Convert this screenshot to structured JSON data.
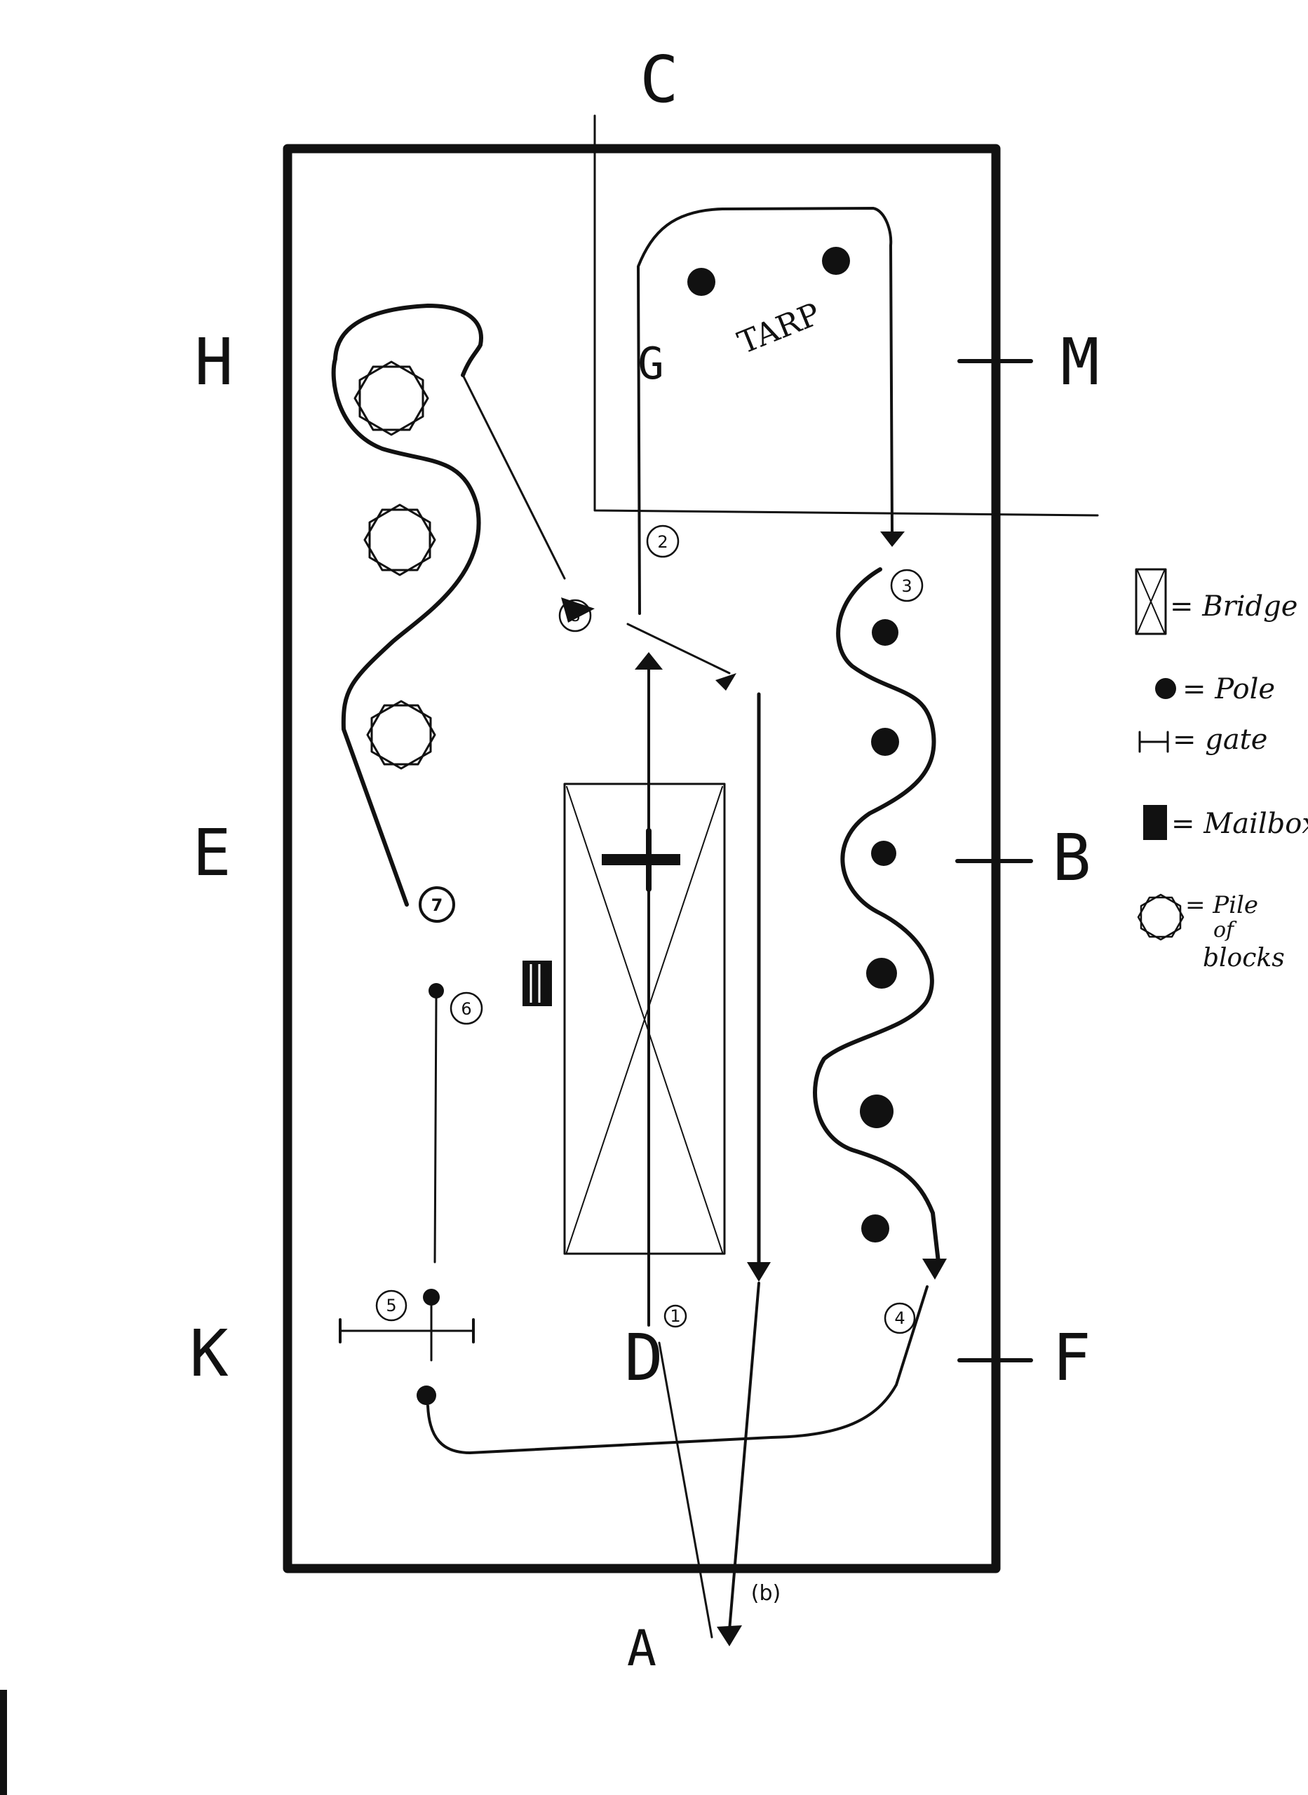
{
  "arena_letters": {
    "top": "C",
    "bottom_center": "D",
    "bottom_entry": "A",
    "left_upper": "H",
    "left_middle": "E",
    "left_lower": "K",
    "right_upper": "M",
    "right_middle": "B",
    "right_lower": "F"
  },
  "labels": {
    "tarp": "TARP",
    "gate_mark": "G"
  },
  "markers": {
    "m1": "1",
    "m2": "2",
    "m3": "3",
    "m4": "4",
    "m5": "5",
    "m6": "6",
    "m7": "7",
    "m8": "8",
    "m_b": "(b)"
  },
  "legend": {
    "bridge": "= Bridge",
    "pole": "= Pole",
    "gate": "= gate",
    "mailbox": "= Mailbox",
    "pile_line1": "= Pile",
    "pile_line2": "of",
    "pile_line3": "blocks"
  },
  "colors": {
    "ink": "#111111",
    "paper": "#ffffff"
  }
}
